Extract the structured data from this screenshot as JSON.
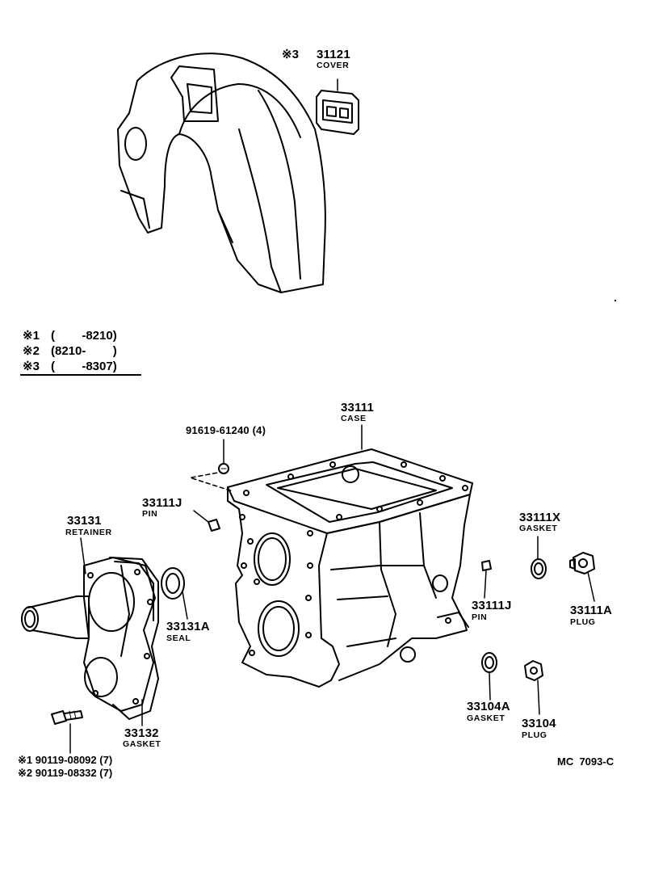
{
  "labels": {
    "cover_mark": "※3",
    "cover_pn": "31121",
    "cover_name": "COVER",
    "case_pn": "33111",
    "case_name": "CASE",
    "bolt_pn": "91619-61240 (4)",
    "pin_upper_pn": "33111J",
    "pin_upper_name": "PIN",
    "retainer_pn": "33131",
    "retainer_name": "RETAINER",
    "seal_pn": "33131A",
    "seal_name": "SEAL",
    "gasket_r_pn": "33132",
    "gasket_r_name": "GASKET",
    "gasket_x_pn": "33111X",
    "gasket_x_name": "GASKET",
    "pin_right_pn": "33111J",
    "pin_right_name": "PIN",
    "plug_a_pn": "33111A",
    "plug_a_name": "PLUG",
    "gasket_104_pn": "33104A",
    "gasket_104_name": "GASKET",
    "plug_104_pn": "33104",
    "plug_104_name": "PLUG",
    "bolt1": "※1 90119-08092 (7)",
    "bolt2": "※2 90119-08332 (7)",
    "ref_code": "MC  7093-C"
  },
  "notes": [
    {
      "mark": "※1",
      "range": "(        -8210)"
    },
    {
      "mark": "※2",
      "range": "(8210-        )"
    },
    {
      "mark": "※3",
      "range": "(        -8307)"
    }
  ],
  "colors": {
    "ink": "#000000",
    "paper": "#ffffff"
  }
}
